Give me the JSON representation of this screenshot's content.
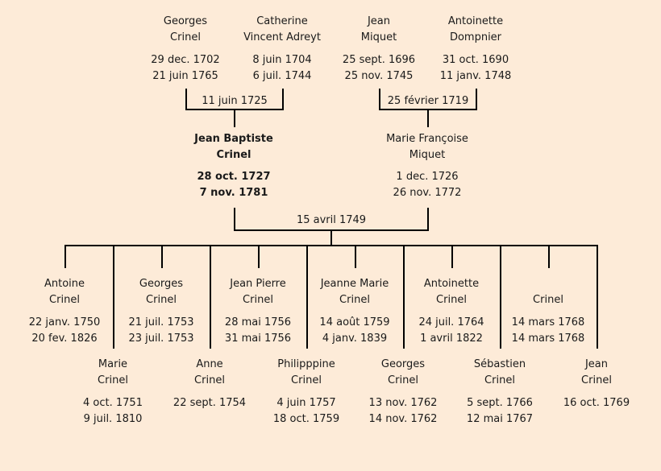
{
  "grandparents": {
    "georges": {
      "first": "Georges",
      "last": "Crinel",
      "birth": "29 dec. 1702",
      "death": "21 juin 1765"
    },
    "catherine": {
      "first": "Catherine",
      "last": "Vincent Adreyt",
      "birth": "8 juin 1704",
      "death": "6 juil. 1744"
    },
    "jean": {
      "first": "Jean",
      "last": "Miquet",
      "birth": "25 sept. 1696",
      "death": "25 nov. 1745"
    },
    "antoinette": {
      "first": "Antoinette",
      "last": "Dompnier",
      "birth": "31 oct. 1690",
      "death": "11 janv. 1748"
    }
  },
  "marriages": {
    "paternal": "11 juin 1725",
    "maternal": "25 février 1719",
    "parents": "15 avril 1749"
  },
  "parents": {
    "father": {
      "first": "Jean Baptiste",
      "last": "Crinel",
      "birth": "28 oct. 1727",
      "death": "7 nov. 1781"
    },
    "mother": {
      "first": "Marie Françoise",
      "last": "Miquet",
      "birth": "1 dec. 1726",
      "death": "26 nov. 1772"
    }
  },
  "children": [
    {
      "first": "Antoine",
      "last": "Crinel",
      "birth": "22 janv. 1750",
      "death": "20 fev. 1826"
    },
    {
      "first": "Marie",
      "last": "Crinel",
      "birth": "4 oct. 1751",
      "death": "9 juil. 1810"
    },
    {
      "first": "Georges",
      "last": "Crinel",
      "birth": "21 juil. 1753",
      "death": "23 juil. 1753"
    },
    {
      "first": "Anne",
      "last": "Crinel",
      "birth": "22 sept. 1754",
      "death": ""
    },
    {
      "first": "Jean Pierre",
      "last": "Crinel",
      "birth": "28 mai 1756",
      "death": "31 mai 1756"
    },
    {
      "first": "Philipppine",
      "last": "Crinel",
      "birth": "4 juin 1757",
      "death": "18 oct. 1759"
    },
    {
      "first": "Jeanne Marie",
      "last": "Crinel",
      "birth": "14 août 1759",
      "death": "4 janv. 1839"
    },
    {
      "first": "Georges",
      "last": "Crinel",
      "birth": "13 nov. 1762",
      "death": "14 nov. 1762"
    },
    {
      "first": "Antoinette",
      "last": "Crinel",
      "birth": "24 juil. 1764",
      "death": "1 avril 1822"
    },
    {
      "first": "Sébastien",
      "last": "Crinel",
      "birth": "5 sept. 1766",
      "death": "12 mai 1767"
    },
    {
      "first": "",
      "last": "Crinel",
      "birth": "14 mars 1768",
      "death": "14 mars 1768"
    },
    {
      "first": "Jean",
      "last": "Crinel",
      "birth": "16 oct. 1769",
      "death": ""
    }
  ]
}
